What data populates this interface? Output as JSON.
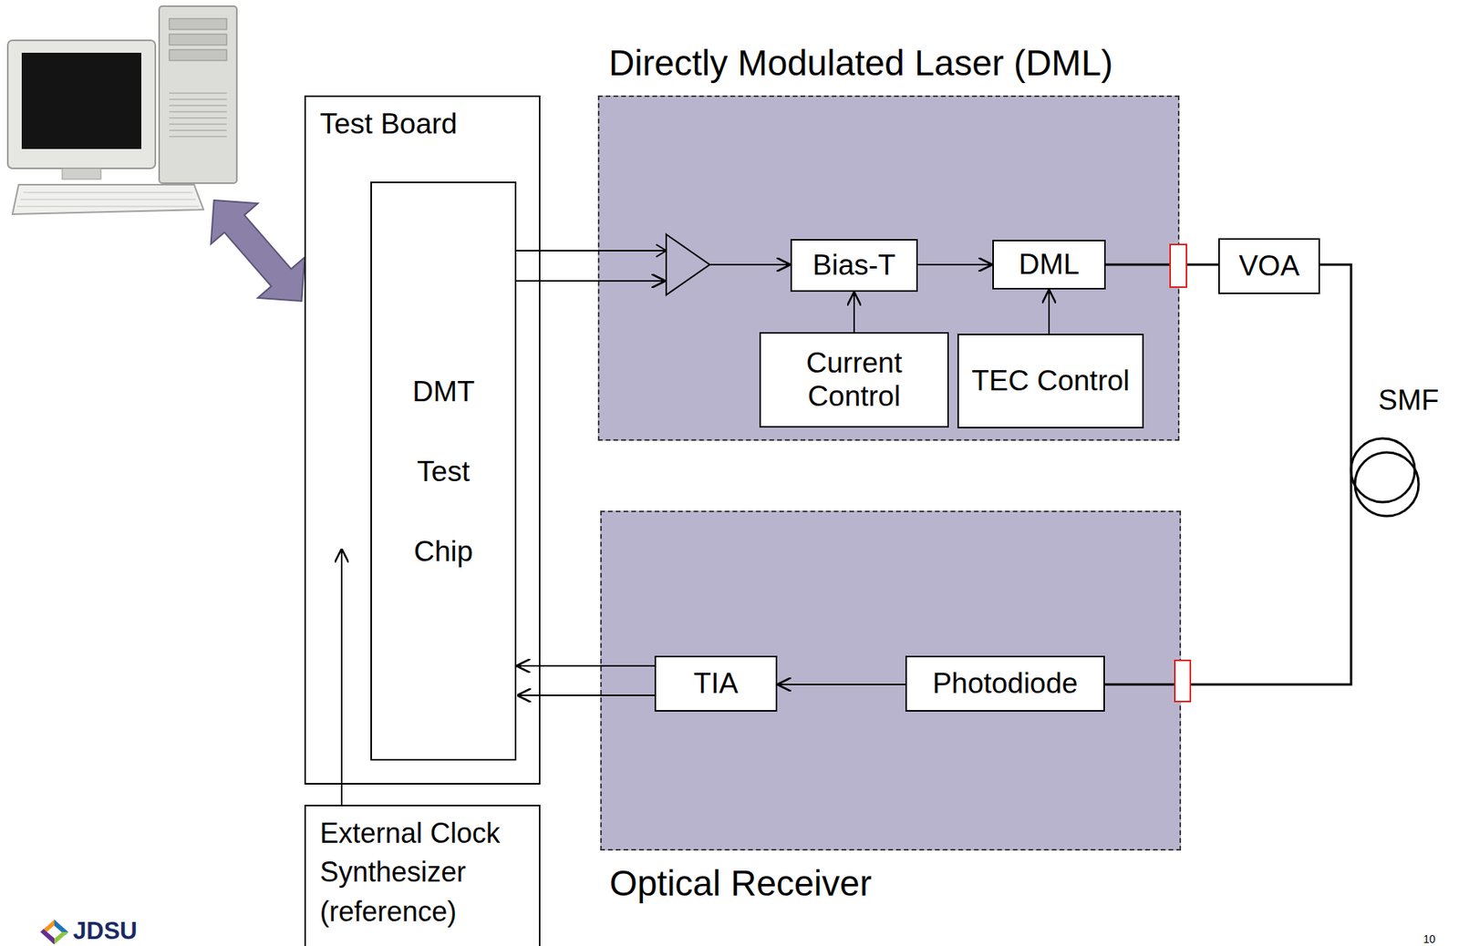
{
  "diagram": {
    "nodes": [
      {
        "text": [
          "Test Board"
        ]
      },
      {
        "text": [
          "DMT Test Chip"
        ],
        "in": 0
      },
      {
        "text": [
          "Directly Modulated Laser (DML)"
        ]
      },
      {
        "text": [
          "Bias-T"
        ],
        "in": 2
      },
      {
        "text": [
          "DML"
        ],
        "in": 2
      },
      {
        "text": [
          "Current Control"
        ],
        "in": 2
      },
      {
        "text": [
          "TEC Control"
        ],
        "in": 2
      },
      {
        "text": [
          "VOA"
        ]
      },
      {
        "text": [
          "Optical Receiver"
        ]
      },
      {
        "text": [
          "TIA"
        ],
        "in": 8
      },
      {
        "text": [
          "Photodiode"
        ],
        "in": 8
      },
      {
        "text": [
          "External Clock Synthesizer (reference)"
        ]
      }
    ],
    "edges": [
      {
        "from": 1,
        "to": 3,
        "arrow": "to"
      },
      {
        "from": 5,
        "to": 3,
        "arrow": "to"
      },
      {
        "from": 3,
        "to": 4,
        "arrow": "to"
      },
      {
        "from": 6,
        "to": 4,
        "arrow": "to"
      },
      {
        "from": 4,
        "to": 7,
        "arrow": "none"
      },
      {
        "from": 7,
        "to": 10,
        "arrow": "none"
      },
      {
        "from": 10,
        "to": 9,
        "arrow": "to"
      },
      {
        "from": 9,
        "to": 1,
        "arrow": "to"
      },
      {
        "from": 11,
        "to": 0,
        "arrow": "to"
      }
    ],
    "labels": [
      "SMF",
      "JDSU",
      "10"
    ]
  }
}
